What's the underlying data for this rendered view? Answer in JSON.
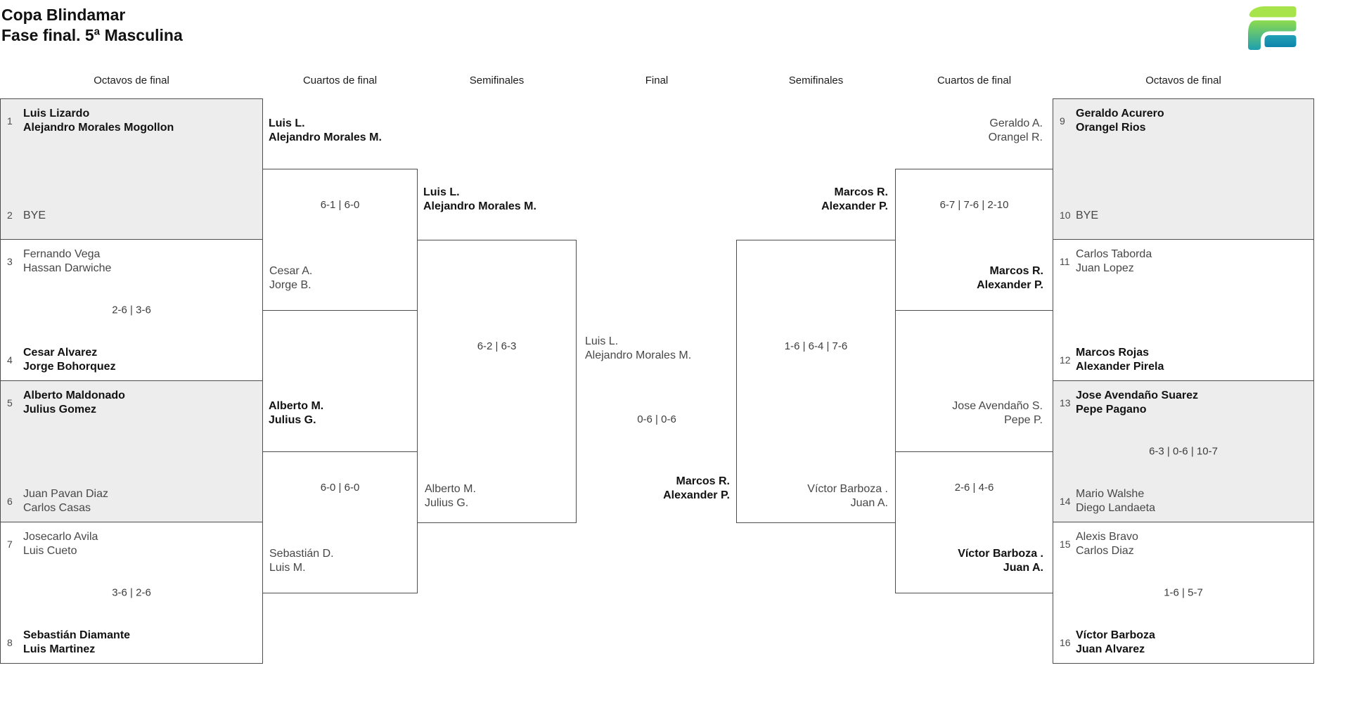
{
  "title": {
    "line1": "Copa Blindamar",
    "line2": "Fase final. 5ª Masculina"
  },
  "round_headers": [
    "Octavos de final",
    "Cuartos de final",
    "Semifinales",
    "Final",
    "Semifinales",
    "Cuartos de final",
    "Octavos de final"
  ],
  "colors": {
    "box_fill": "#ededed",
    "border": "#4d4d4d",
    "winner_text": "#121212",
    "loser_text": "#474747",
    "logo_lime": "#a7e44b",
    "logo_green": "#8ddb4e",
    "logo_teal": "#1e9fb0",
    "logo_blue": "#0d84ac"
  },
  "bracket": {
    "r16_left": [
      {
        "top": {
          "seed": "1",
          "names": [
            "Luis Lizardo",
            "Alejandro Morales Mogollon"
          ],
          "winner": true
        },
        "score": "",
        "bottom": {
          "seed": "2",
          "names": [
            "BYE"
          ],
          "winner": false
        }
      },
      {
        "top": {
          "seed": "3",
          "names": [
            "Fernando Vega",
            "Hassan Darwiche"
          ],
          "winner": false
        },
        "score": "2-6 | 3-6",
        "bottom": {
          "seed": "4",
          "names": [
            "Cesar Alvarez",
            "Jorge Bohorquez"
          ],
          "winner": true
        }
      },
      {
        "top": {
          "seed": "5",
          "names": [
            "Alberto Maldonado",
            "Julius Gomez"
          ],
          "winner": true
        },
        "score": "",
        "bottom": {
          "seed": "6",
          "names": [
            "Juan Pavan Diaz",
            "Carlos Casas"
          ],
          "winner": false
        }
      },
      {
        "top": {
          "seed": "7",
          "names": [
            "Josecarlo Avila",
            "Luis Cueto"
          ],
          "winner": false
        },
        "score": "3-6 | 2-6",
        "bottom": {
          "seed": "8",
          "names": [
            "Sebastián Diamante",
            "Luis Martinez"
          ],
          "winner": true
        }
      }
    ],
    "r16_right": [
      {
        "top": {
          "seed": "9",
          "names": [
            "Geraldo Acurero",
            "Orangel Rios"
          ],
          "winner": true
        },
        "score": "",
        "bottom": {
          "seed": "10",
          "names": [
            "BYE"
          ],
          "winner": false
        }
      },
      {
        "top": {
          "seed": "11",
          "names": [
            "Carlos Taborda",
            "Juan Lopez"
          ],
          "winner": false
        },
        "score": "",
        "bottom": {
          "seed": "12",
          "names": [
            "Marcos Rojas",
            "Alexander Pirela"
          ],
          "winner": true
        }
      },
      {
        "top": {
          "seed": "13",
          "names": [
            "Jose Avendaño Suarez",
            "Pepe Pagano"
          ],
          "winner": true
        },
        "score": "6-3 | 0-6 | 10-7",
        "bottom": {
          "seed": "14",
          "names": [
            "Mario Walshe",
            "Diego Landaeta"
          ],
          "winner": false
        }
      },
      {
        "top": {
          "seed": "15",
          "names": [
            "Alexis Bravo",
            "Carlos Diaz"
          ],
          "winner": false
        },
        "score": "1-6 | 5-7",
        "bottom": {
          "seed": "16",
          "names": [
            "Víctor Barboza",
            "Juan Alvarez"
          ],
          "winner": true
        }
      }
    ],
    "qf_left": [
      {
        "above": {
          "names": [
            "Luis L.",
            "Alejandro Morales M."
          ],
          "winner": true
        },
        "score": "6-1 | 6-0",
        "inside": {
          "names": [
            "Cesar A.",
            "Jorge B."
          ],
          "winner": false
        }
      },
      {
        "above": {
          "names": [
            "Alberto M.",
            "Julius G."
          ],
          "winner": true
        },
        "score": "6-0 | 6-0",
        "inside": {
          "names": [
            "Sebastián D.",
            "Luis M."
          ],
          "winner": false
        }
      }
    ],
    "qf_right": [
      {
        "above": {
          "names": [
            "Geraldo A.",
            "Orangel R."
          ],
          "winner": false
        },
        "score": "6-7 | 7-6 | 2-10",
        "inside": {
          "names": [
            "Marcos R.",
            "Alexander P."
          ],
          "winner": true
        }
      },
      {
        "above": {
          "names": [
            "Jose Avendaño S.",
            "Pepe P."
          ],
          "winner": false
        },
        "score": "2-6 | 4-6",
        "inside": {
          "names": [
            "Víctor Barboza .",
            "Juan A."
          ],
          "winner": true
        }
      }
    ],
    "sf_left": {
      "above": {
        "names": [
          "Luis L.",
          "Alejandro Morales M."
        ],
        "winner": true
      },
      "score": "6-2 | 6-3",
      "inside": {
        "names": [
          "Alberto M.",
          "Julius G."
        ],
        "winner": false
      }
    },
    "sf_right": {
      "above": {
        "names": [
          "Marcos R.",
          "Alexander P."
        ],
        "winner": true
      },
      "score": "1-6 | 6-4 | 7-6",
      "inside": {
        "names": [
          "Víctor Barboza .",
          "Juan A."
        ],
        "winner": false
      }
    },
    "final": {
      "left_team": {
        "names": [
          "Luis L.",
          "Alejandro Morales M."
        ],
        "winner": false
      },
      "score": "0-6 | 0-6",
      "right_team": {
        "names": [
          "Marcos R.",
          "Alexander P."
        ],
        "winner": true
      }
    }
  }
}
